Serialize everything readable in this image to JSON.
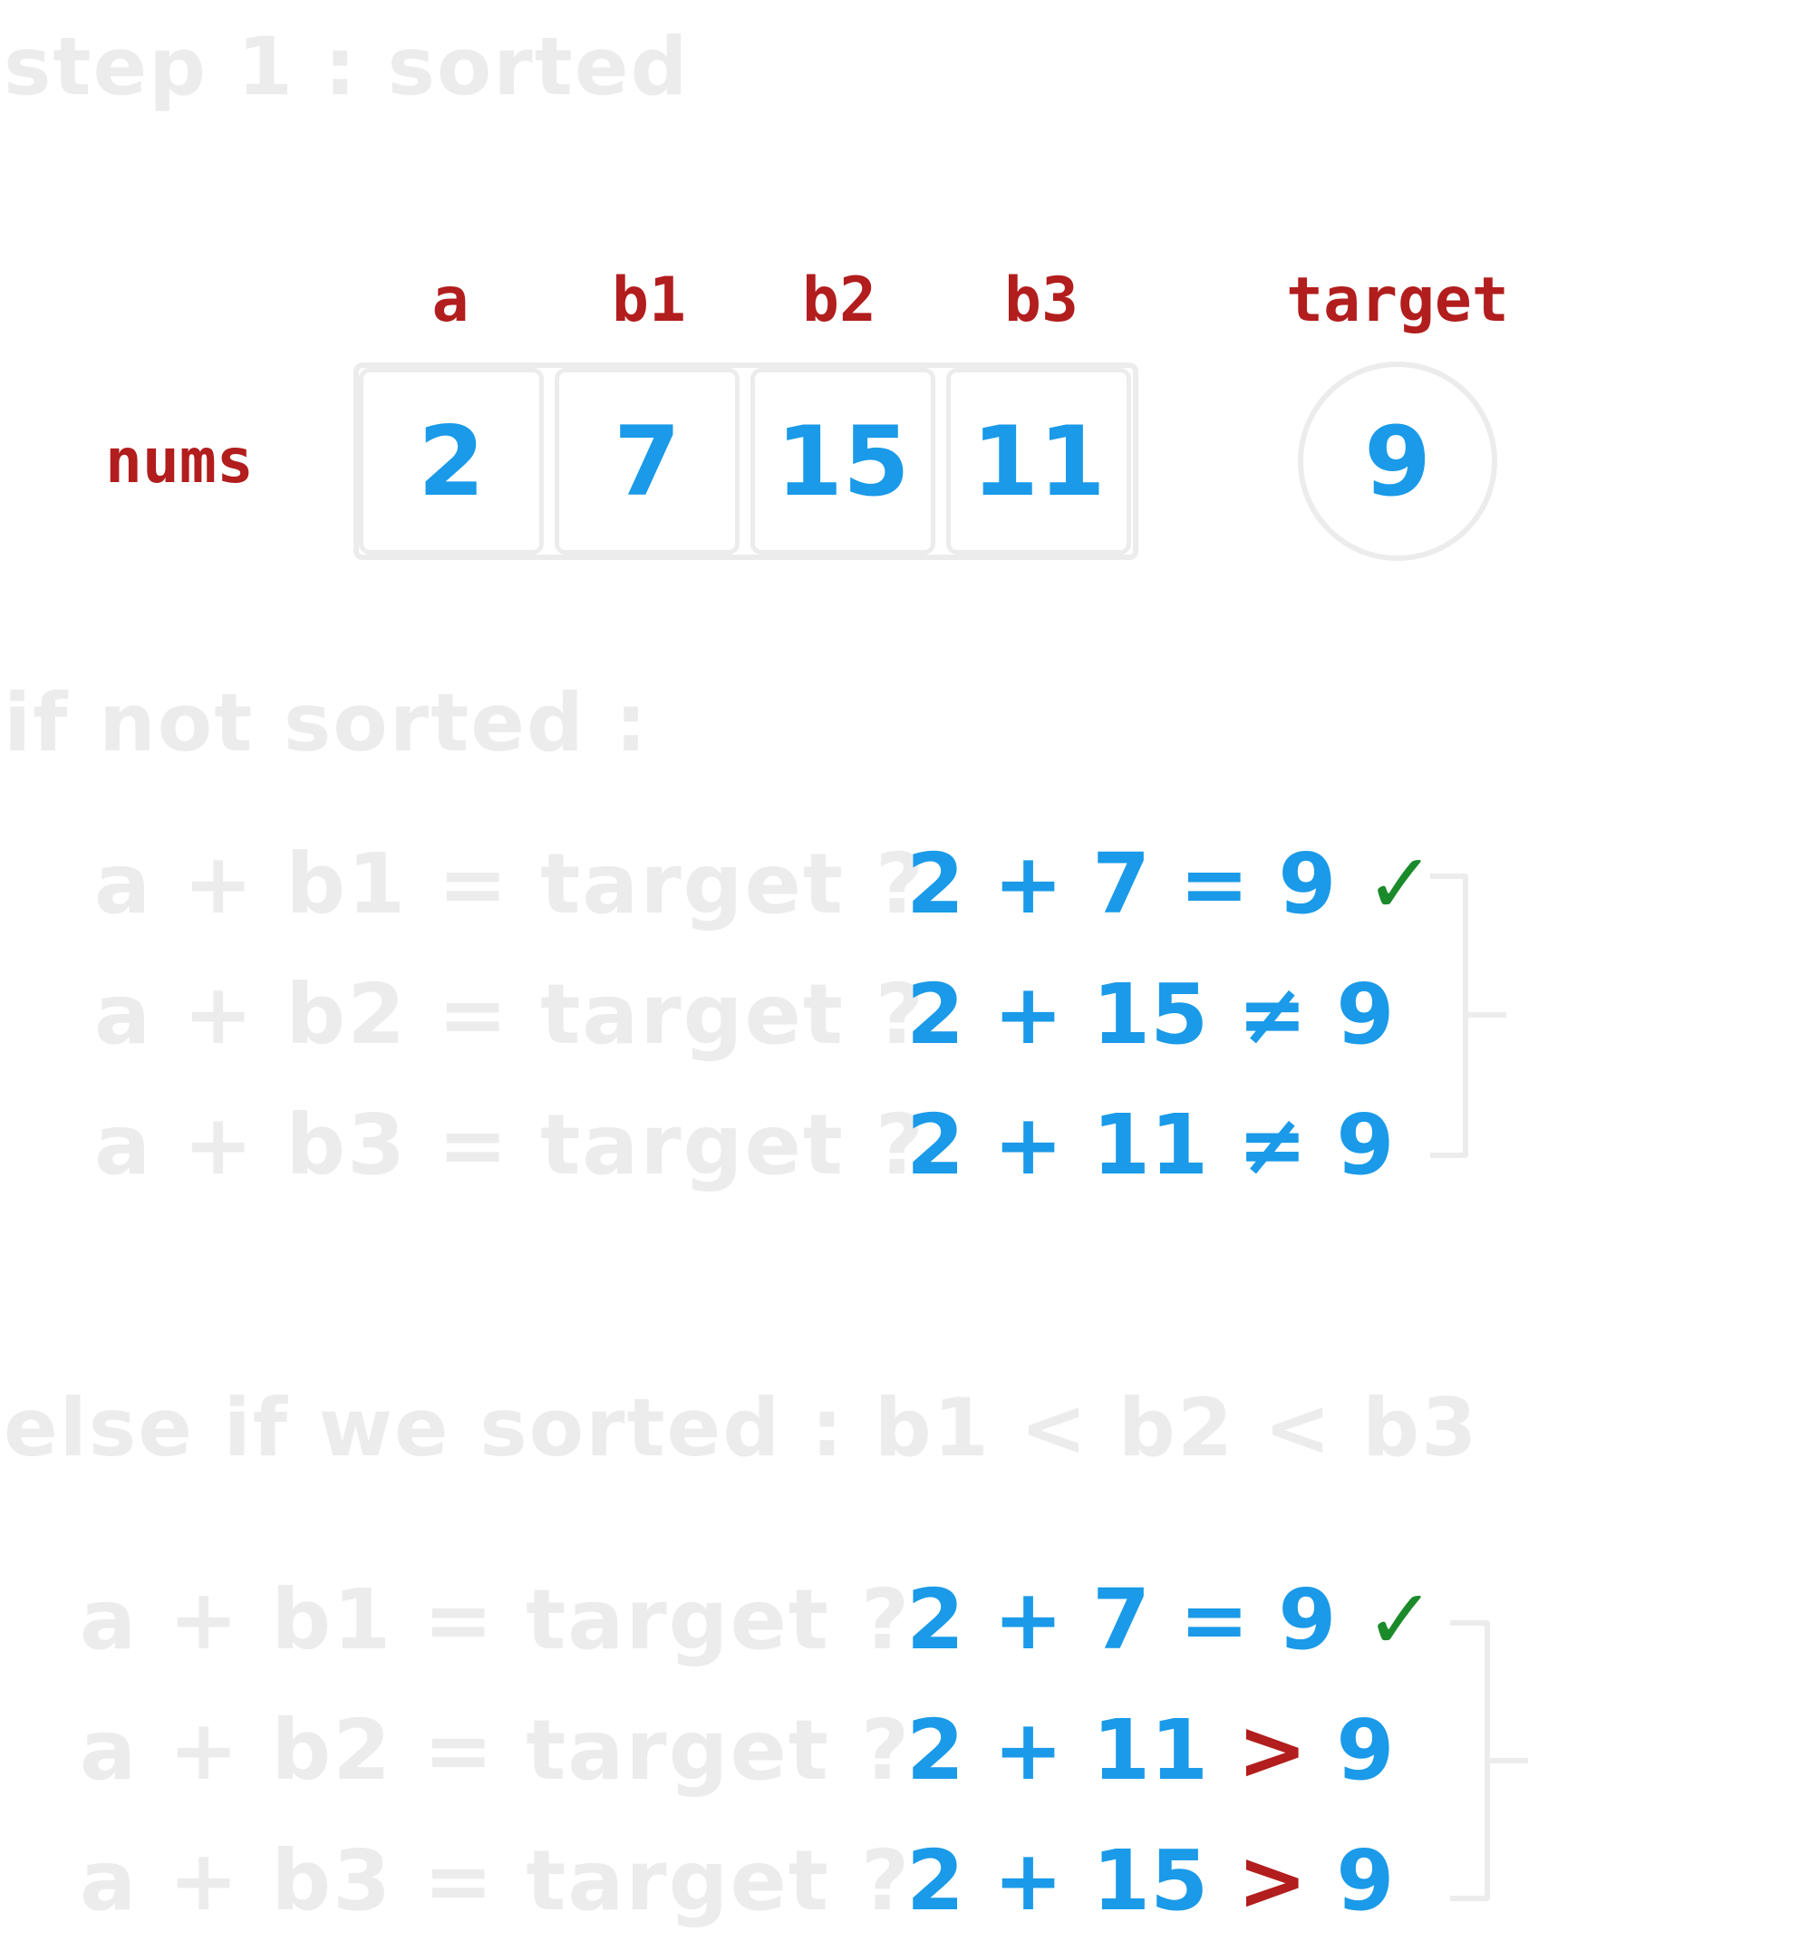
{
  "headings": {
    "step1": "step 1 : sorted",
    "not_sorted": "if not sorted :",
    "sorted": "else if we sorted :  b1 < b2 < b3"
  },
  "array": {
    "label": "nums",
    "index_labels": [
      "a",
      "b1",
      "b2",
      "b3"
    ],
    "values": [
      "2",
      "7",
      "15",
      "11"
    ],
    "target_label": "target",
    "target_value": "9"
  },
  "unsorted_checks": [
    {
      "question": "a + b1 = target ?",
      "lhs": "2 + 7",
      "op": "=",
      "rhs": "9",
      "check": "✓"
    },
    {
      "question": "a + b2 = target ?",
      "lhs": "2 + 15",
      "op": "≠",
      "rhs": "9",
      "check": ""
    },
    {
      "question": "a + b3 = target ?",
      "lhs": "2 + 11",
      "op": "≠",
      "rhs": "9",
      "check": ""
    }
  ],
  "sorted_checks": [
    {
      "question": "a + b1 = target ?",
      "lhs": "2 + 7",
      "op": "=",
      "rhs": "9",
      "check": "✓"
    },
    {
      "question": "a + b2 = target ?",
      "lhs": "2 + 11",
      "op": ">",
      "rhs": "9",
      "check": ""
    },
    {
      "question": "a + b3 = target ?",
      "lhs": "2 + 15",
      "op": ">",
      "rhs": "9",
      "check": ""
    }
  ],
  "colors": {
    "faint": "#ececec",
    "label_red": "#b21d1d",
    "value_blue": "#1a9ae8",
    "check_green": "#1b8a2a"
  }
}
